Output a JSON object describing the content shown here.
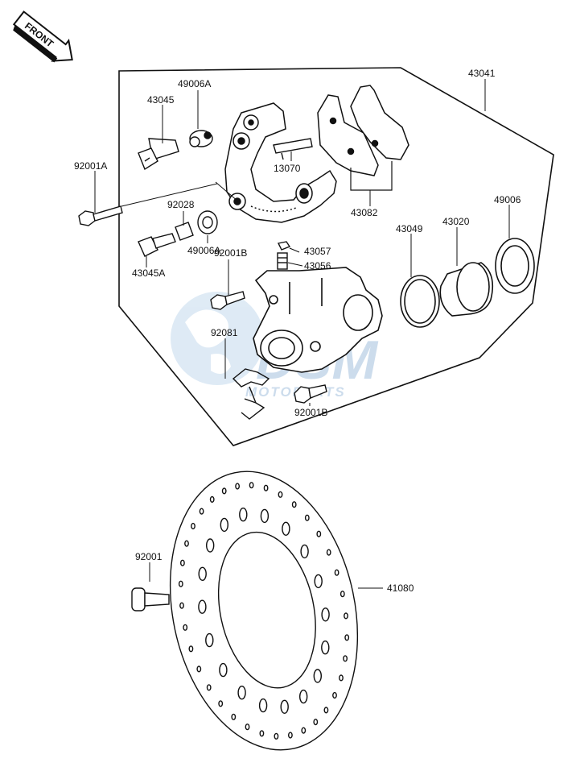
{
  "front_arrow": {
    "text": "FRONT"
  },
  "watermark": {
    "brand": "DSM",
    "sub": "MOTOPARTS"
  },
  "parts": [
    {
      "id": "p43041",
      "label": "43041"
    },
    {
      "id": "p49006A_top",
      "label": "49006A"
    },
    {
      "id": "p43045",
      "label": "43045"
    },
    {
      "id": "p92001A",
      "label": "92001A"
    },
    {
      "id": "p13070",
      "label": "13070"
    },
    {
      "id": "p43082",
      "label": "43082"
    },
    {
      "id": "p92028",
      "label": "92028"
    },
    {
      "id": "p49006",
      "label": "49006"
    },
    {
      "id": "p43049",
      "label": "43049"
    },
    {
      "id": "p43020",
      "label": "43020"
    },
    {
      "id": "p92001B_top",
      "label": "92001B"
    },
    {
      "id": "p43057",
      "label": "43057"
    },
    {
      "id": "p43056",
      "label": "43056"
    },
    {
      "id": "p43045A",
      "label": "43045A"
    },
    {
      "id": "p49006A_bot",
      "label": "49006A"
    },
    {
      "id": "p92081",
      "label": "92081"
    },
    {
      "id": "p92001B_bot",
      "label": "92001B"
    },
    {
      "id": "p92001",
      "label": "92001"
    },
    {
      "id": "p41080",
      "label": "41080"
    }
  ]
}
